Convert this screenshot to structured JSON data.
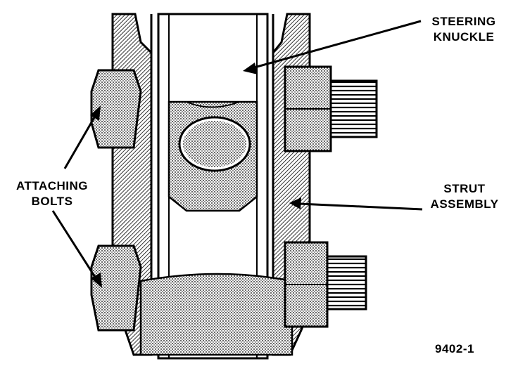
{
  "labels": {
    "steering_knuckle": [
      "STEERING",
      "KNUCKLE"
    ],
    "attaching_bolts": [
      "ATTACHING",
      "BOLTS"
    ],
    "strut_assembly": [
      "STRUT",
      "ASSEMBLY"
    ],
    "figure_number": "9402-1"
  },
  "colors": {
    "ink": "#000000",
    "shade": "#8a8a8a",
    "paper": "#ffffff"
  }
}
